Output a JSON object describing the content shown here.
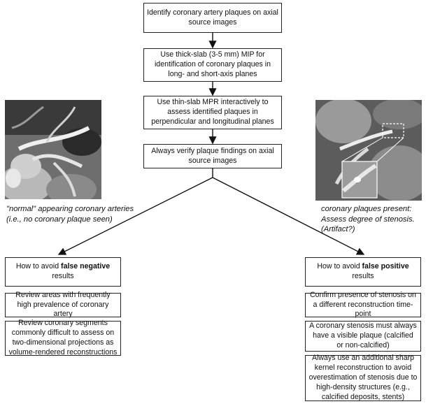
{
  "flow": {
    "step1": "Identify coronary artery plaques on axial source images",
    "step2": "Use thick-slab (3-5 mm) MIP for identification of coronary plaques in long- and short-axis planes",
    "step3": "Use thin-slab MPR interactively to assess identified plaques in perpendicular and longitudinal planes",
    "step4": "Always verify plaque findings on axial source images"
  },
  "left": {
    "caption_em": "\"normal\"",
    "caption_rest": " appearing coronary arteries",
    "caption_line2": "(i.e., no coronary plaque seen)",
    "header_pre": "How to avoid ",
    "header_bold": "false negative",
    "header_post": "results",
    "tips": [
      "Review areas with frequently high prevalence of coronary artery",
      "Review coronary segments commonly difficult to assess on two-dimensional projections as volume-rendered reconstructions"
    ]
  },
  "right": {
    "caption_line1": "coronary plaques present:",
    "caption_line2": "Assess degree of stenosis.",
    "caption_line3": "(Artifact?)",
    "header_pre": "How to avoid ",
    "header_bold": "false positive",
    "header_post": "results",
    "tips": [
      "Confirm presence of stenosis on a different reconstruction time-point",
      "A coronary stenosis must always have a visible plaque (calcified or non-calcified)",
      "Always use an additional sharp kernel reconstruction to avoid overestimation of stenosis due to high-density structures (e.g., calcified deposits, stents)"
    ]
  }
}
